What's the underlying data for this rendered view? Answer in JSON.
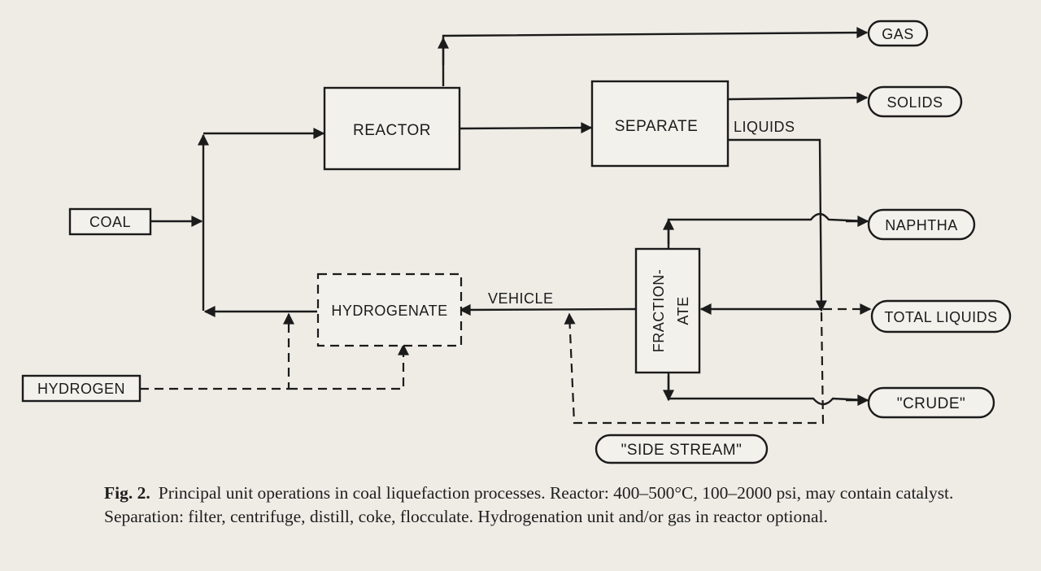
{
  "nodes": {
    "coal": "COAL",
    "reactor": "REACTOR",
    "separate": "SEPARATE",
    "hydrogenate": "HYDROGENATE",
    "hydrogen": "HYDROGEN",
    "fractionate_line1": "FRACTION-",
    "fractionate_line2": "ATE"
  },
  "outputs": {
    "gas": "GAS",
    "solids": "SOLIDS",
    "naphtha": "NAPHTHA",
    "total_liquids": "TOTAL LIQUIDS",
    "crude": "\"CRUDE\"",
    "side_stream": "\"SIDE STREAM\""
  },
  "flow_labels": {
    "liquids": "LIQUIDS",
    "vehicle": "VEHICLE"
  },
  "caption": {
    "label": "Fig. 2.",
    "text": "Principal unit operations in coal liquefaction processes. Reactor: 400–500°C, 100–2000 psi, may contain catalyst. Separation: filter, centrifuge, distill, coke, flocculate. Hydrogenation unit and/or gas in reactor optional."
  }
}
